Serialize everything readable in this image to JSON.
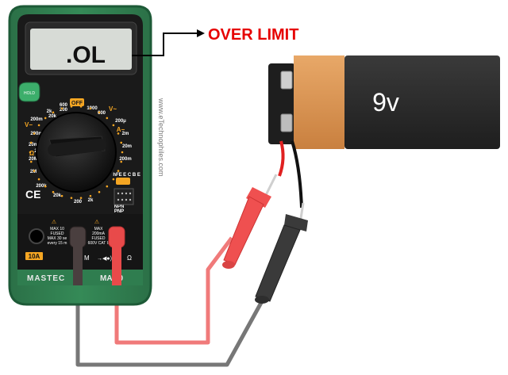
{
  "display": {
    "reading": ".OL"
  },
  "callout": {
    "text": "OVER LIMIT"
  },
  "battery": {
    "label": "9v"
  },
  "watermark": "www.eTechnophiles.com",
  "meter": {
    "brand": "MASTEC",
    "model": "MA  60",
    "hold": "HOLD",
    "ce": "CE",
    "selector": {
      "off": "OFF",
      "labels": [
        "600",
        "200",
        "1000",
        "600",
        "V~",
        "200μ",
        "2m",
        "20m",
        "200m",
        "10A",
        "hFE",
        "NPN",
        "PNP",
        "2k",
        "200",
        "20k",
        "200k",
        "2M",
        "20M",
        "20m",
        "200m",
        "V−",
        "200m",
        "2k",
        "20k",
        "200k",
        "Ω",
        "A−",
        "E C B E"
      ]
    },
    "jacks": {
      "left_label": "10A",
      "left_box": [
        "MAX 10",
        "FUSED",
        "MAX 30 se",
        "every 15 m"
      ],
      "right_box": [
        "MAX",
        "200mA",
        "FUSED",
        "600V CAT II"
      ],
      "symbols": [
        "M",
        "→◀●)",
        "Ω"
      ],
      "warn": [
        "⚠",
        "⚠"
      ]
    }
  },
  "colors": {
    "meter_body": "#2f7d4f",
    "meter_dark": "#1d5a37",
    "panel": "#1a1a1a",
    "lcd": "#d7dbd6",
    "accent": "#f5a623",
    "callout_red": "#e60000",
    "battery_orange": "#d99455",
    "battery_black": "#2a2a2a",
    "probe_red": "#ef5050",
    "probe_black": "#3a3a3a",
    "wire_red": "#f07a7a",
    "wire_gray": "#7a7a7a"
  }
}
